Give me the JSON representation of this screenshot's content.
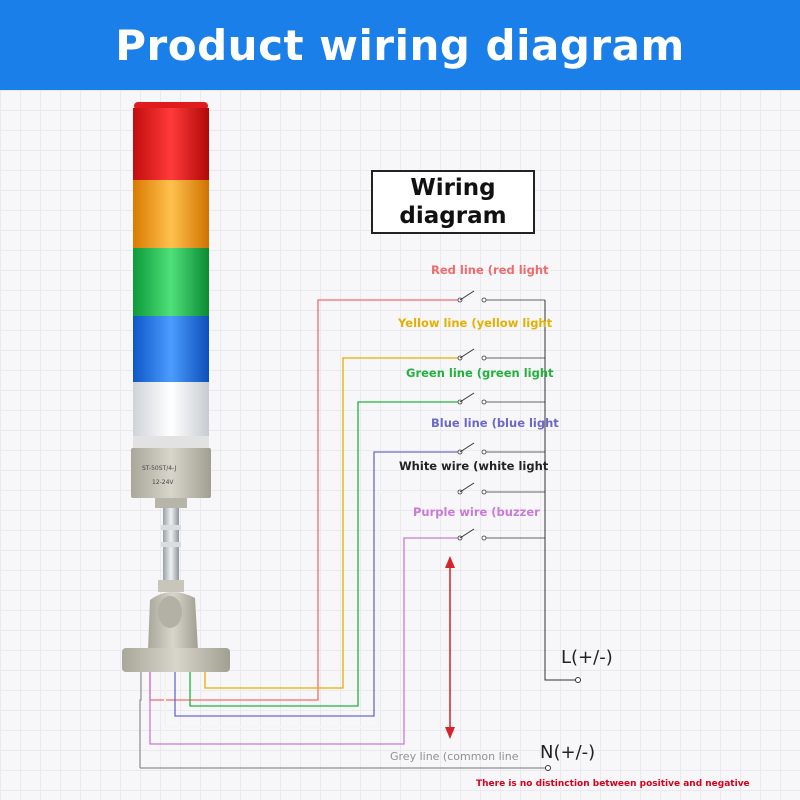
{
  "banner": {
    "title": "Product wiring diagram"
  },
  "box": {
    "title_line1": "Wiring",
    "title_line2": "diagram"
  },
  "tower": {
    "model_label": "ST-50ST/4-J",
    "voltage_label": "12-24V"
  },
  "lines": [
    {
      "label": "Red line (red light",
      "color": "#f06b6b"
    },
    {
      "label": "Yellow line (yellow light",
      "color": "#e3b000"
    },
    {
      "label": "Green line (green light",
      "color": "#22b23c"
    },
    {
      "label": "Blue line (blue light",
      "color": "#6b68c9"
    },
    {
      "label": "White wire (white light",
      "color": "#222222"
    },
    {
      "label": "Purple wire (buzzer",
      "color": "#c77bd6"
    },
    {
      "label": "Grey line (common line",
      "color": "#909090"
    }
  ],
  "terminals": {
    "live": "L(+/-)",
    "neutral": "N(+/-)"
  },
  "note": "There is no distinction between positive and negative",
  "colors": {
    "banner": "#1a7fe8",
    "note": "#d9001b",
    "arrow": "#d4232a"
  }
}
